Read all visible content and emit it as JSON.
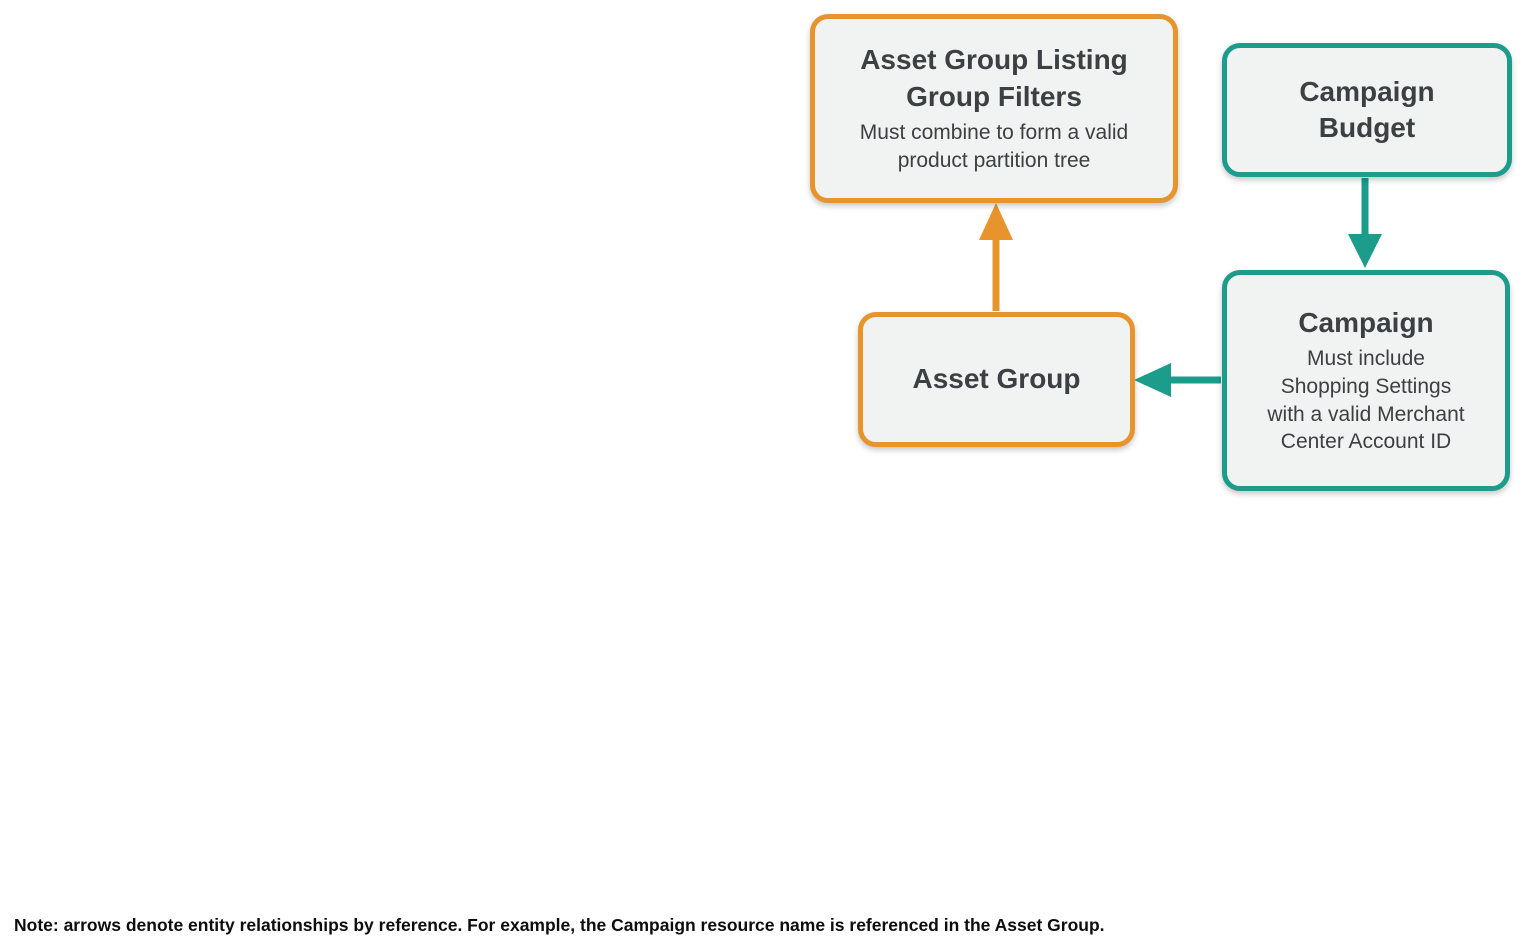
{
  "colors": {
    "orange": "#e8942d",
    "teal": "#1c9c8b",
    "fill": "#f1f2f2",
    "text": "#3c4043"
  },
  "nodes": {
    "filters": {
      "title": "Asset Group Listing\nGroup Filters",
      "subtitle": "Must combine to form a valid\nproduct partition tree"
    },
    "budget": {
      "title": "Campaign\nBudget"
    },
    "campaign": {
      "title": "Campaign",
      "subtitle": "Must include\nShopping Settings\nwith a valid Merchant\nCenter Account ID"
    },
    "asset_group": {
      "title": "Asset Group"
    }
  },
  "arrows": [
    {
      "name": "asset-group-to-listing-group-filters",
      "color": "orange",
      "direction": "up"
    },
    {
      "name": "campaign-budget-to-campaign",
      "color": "teal",
      "direction": "down"
    },
    {
      "name": "campaign-to-asset-group",
      "color": "teal",
      "direction": "left"
    }
  ],
  "note": "Note: arrows denote entity relationships by reference. For example, the Campaign resource name is referenced in the Asset Group."
}
